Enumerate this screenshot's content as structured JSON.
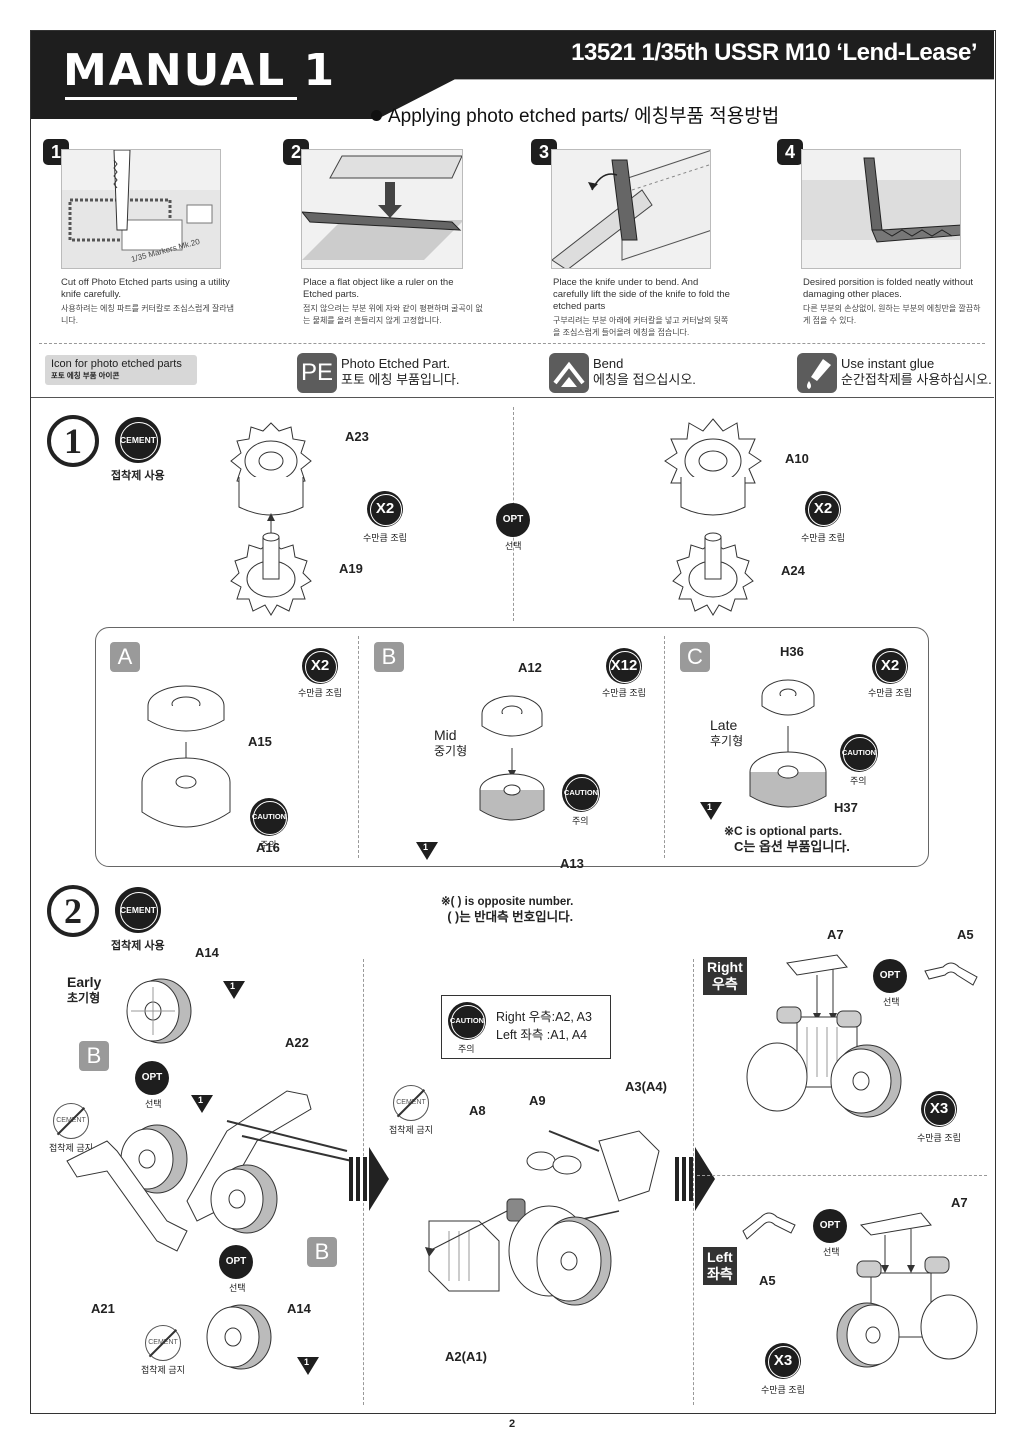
{
  "header": {
    "title": "MANUAL 1",
    "model": "13521 1/35th USSR M10 ‘Lend-Lease’",
    "subtitle": "Applying photo etched parts/ 에칭부품 적용방법"
  },
  "pe_steps": [
    {
      "num": "1",
      "en": "Cut off Photo Etched parts using a utility knife carefully.",
      "ko": "사용하려는 에칭 파트를 커터칼로 조심스럽게 잘라냅니다."
    },
    {
      "num": "2",
      "en": "Place a flat object like a ruler on the Etched parts.",
      "ko": "접지 않으려는 부분 위에 자와 같이 평편하며 굴곡이 없는 물체를 올려 흔들리지 않게 고정합니다."
    },
    {
      "num": "3",
      "en": "Place the knife under to bend. And carefully lift the side of the knife to fold the etched parts",
      "ko": "구부리려는 부분 아래에 커터칼을 넣고 커터날의 뒷쪽을 조심스럽게 들어올려 에칭을 접습니다."
    },
    {
      "num": "4",
      "en": "Desired porsition is folded neatly without damaging other places.",
      "ko": "다른 부분의 손상없이, 원하는 부분의 에칭만을 깔끔하게 접을 수 있다."
    }
  ],
  "icon_legend": {
    "label_en": "Icon for photo etched parts",
    "label_ko": "포토 에칭 부품 아이콘",
    "items": [
      {
        "icon": "PE",
        "en": "Photo Etched Part.",
        "ko": "포토 에칭 부품입니다."
      },
      {
        "icon": "bend-icon",
        "en": "Bend",
        "ko": "에칭을 접으십시오."
      },
      {
        "icon": "glue-icon",
        "en": "Use instant glue",
        "ko": "순간접착제를 사용하십시오."
      }
    ]
  },
  "common": {
    "cement": "CEMENT",
    "cement_ko": "접착제 사용",
    "no_cement_ko": "접착제 금지",
    "opt": "OPT",
    "opt_ko": "선택",
    "caution": "CAUTION",
    "caution_ko": "주의",
    "assemble_ko": "수만큼 조립"
  },
  "step1": {
    "num": "1",
    "left": {
      "top": "A23",
      "bottom": "A19",
      "qty": "X2"
    },
    "right": {
      "top": "A10",
      "bottom": "A24",
      "qty": "X2"
    },
    "panel": {
      "A": {
        "letter": "A",
        "qty": "X2",
        "top": "A15",
        "bottom": "A16"
      },
      "B": {
        "letter": "B",
        "qty": "X12",
        "top": "A12",
        "bottom": "A13",
        "label_en": "Mid",
        "label_ko": "중기형"
      },
      "C": {
        "letter": "C",
        "qty": "X2",
        "top": "H36",
        "bottom": "H37",
        "label_en": "Late",
        "label_ko": "후기형",
        "note_en": "※C is optional parts.",
        "note_ko": "C는 옵션 부품입니다."
      }
    }
  },
  "step2": {
    "num": "2",
    "note_en": "※( ) is opposite number.",
    "note_ko": "( )는 반대측 번호입니다.",
    "early_en": "Early",
    "early_ko": "초기형",
    "letter_b": "B",
    "parts": [
      "A14",
      "A22",
      "A21",
      "A14",
      "A8",
      "A9",
      "A3(A4)",
      "A2(A1)",
      "A7",
      "A5",
      "A7",
      "A5"
    ],
    "caution_box": {
      "right": "Right 우측:A2, A3",
      "left": "Left 좌측 :A1, A4"
    },
    "right_en": "Right",
    "right_ko": "우측",
    "left_en": "Left",
    "left_ko": "좌측",
    "qty": "X3"
  },
  "page_number": "2"
}
